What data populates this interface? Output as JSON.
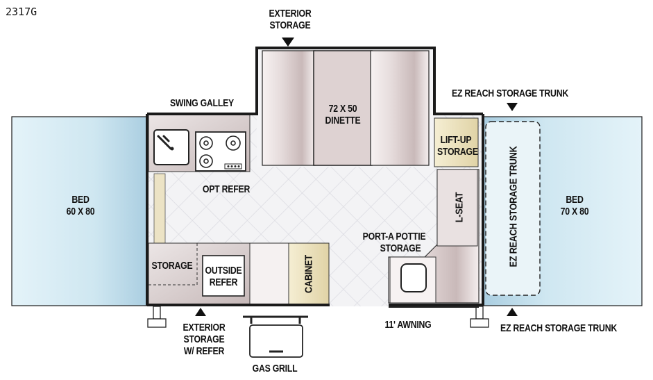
{
  "model": "2317G",
  "labels": {
    "exterior_storage_top": [
      "EXTERIOR",
      "STORAGE"
    ],
    "swing_galley": "SWING GALLEY",
    "dinette": [
      "72 X 50",
      "DINETTE"
    ],
    "ez_trunk_top": "EZ REACH STORAGE TRUNK",
    "lift_up_storage": [
      "LIFT-UP",
      "STORAGE"
    ],
    "bed_left": [
      "BED",
      "60 X 80"
    ],
    "bed_right": [
      "BED",
      "70 X 80"
    ],
    "opt_refer": "OPT REFER",
    "l_seat": "L-SEAT",
    "ez_trunk_vertical": "EZ REACH STORAGE TRUNK",
    "porta_pottie": [
      "PORT-A POTTIE",
      "STORAGE"
    ],
    "storage": "STORAGE",
    "outside_refer": [
      "OUTSIDE",
      "REFER"
    ],
    "cabinet": "CABINET",
    "awning": "11' AWNING",
    "ez_trunk_bottom": "EZ REACH STORAGE TRUNK",
    "exterior_storage_refer": [
      "EXTERIOR",
      "STORAGE",
      "W/ REFER"
    ],
    "gas_grill": "GAS GRILL"
  },
  "colors": {
    "wall": "#1a1a1a",
    "bed_fill": "#dff0f7",
    "floor": "#f2f2f4",
    "cabinet_fill": "#efe6c8",
    "wood": "#d9cfcc"
  }
}
